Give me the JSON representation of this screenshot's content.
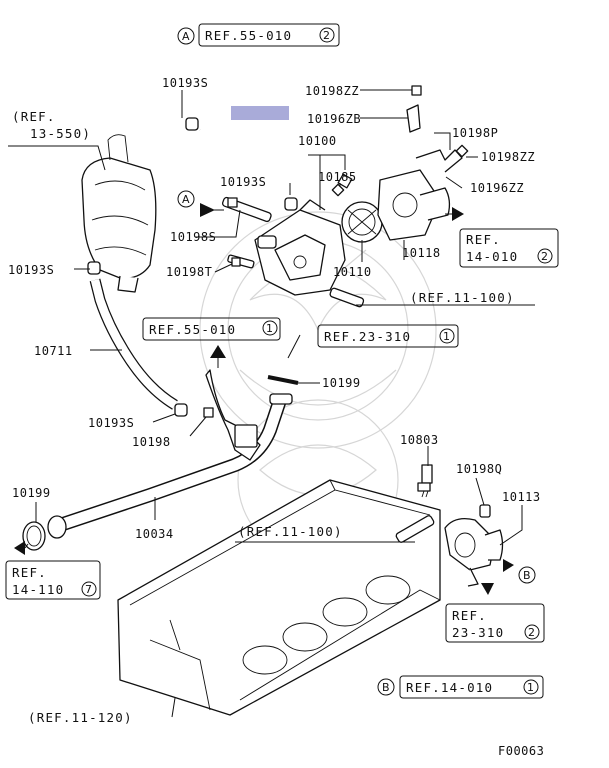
{
  "labels": {
    "p10193s_top": "10193S",
    "p10198zz_top": "10198ZZ",
    "p10196zb": "10196ZB",
    "p10100": "10100",
    "p10198p": "10198P",
    "p10198zz_right": "10198ZZ",
    "p10196zz": "10196ZZ",
    "p10193s_mid": "10193S",
    "p10185": "10185",
    "p10198s": "10198S",
    "p10198t": "10198T",
    "p10110": "10110",
    "p10118": "10118",
    "p10193s_left": "10193S",
    "p10711": "10711",
    "p10199_mid": "10199",
    "p10193s_low": "10193S",
    "p10198": "10198",
    "p10803": "10803",
    "p10198q": "10198Q",
    "p10113": "10113",
    "p10199_left": "10199",
    "p10034": "10034",
    "diagram_code": "F00063"
  },
  "refs": {
    "top": {
      "text": "REF.55-010",
      "num": "2"
    },
    "left_13_550_a": "(REF.",
    "left_13_550_b": "13-550)",
    "box_14_010": {
      "line1": "REF.",
      "line2": "14-010",
      "num": "2"
    },
    "ref_11_100_upper": "(REF.11-100)",
    "box_55_010": {
      "text": "REF.55-010",
      "num": "1"
    },
    "box_23_310": {
      "text": "REF.23-310",
      "num": "1"
    },
    "ref_11_100_lower": "(REF.11-100)",
    "box_14_110": {
      "line1": "REF.",
      "line2": "14-110",
      "num": "7"
    },
    "box_23_310_b": {
      "line1": "REF.",
      "line2": "23-310",
      "num": "2"
    },
    "box_b_14_010": {
      "text": "REF.14-010",
      "num": "1"
    },
    "ref_11_120": "(REF.11-120)"
  },
  "markers": {
    "a": "A",
    "b": "B"
  },
  "highlight_color": "#a9abd9"
}
